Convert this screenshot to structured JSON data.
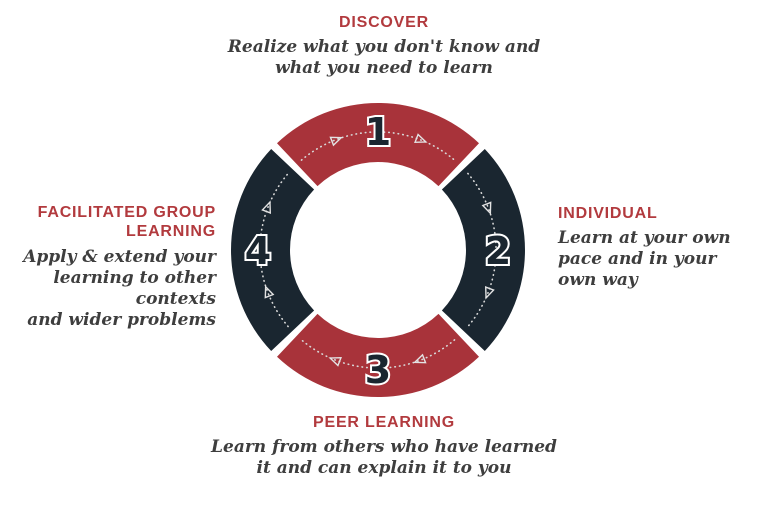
{
  "diagram": {
    "name": "four-stage learning cycle",
    "colors": {
      "red": "#a8333a",
      "navy": "#1a2630",
      "heading_red": "#b23a3e",
      "body_text": "#3e3e3e",
      "dotted_line": "#d8d8d8",
      "number_outline": "#ffffff"
    },
    "ring": {
      "direction": "clockwise",
      "segments": [
        {
          "number": "1",
          "stage": "discover"
        },
        {
          "number": "2",
          "stage": "individual"
        },
        {
          "number": "3",
          "stage": "peer-learning"
        },
        {
          "number": "4",
          "stage": "facilitated-group-learning"
        }
      ]
    },
    "labels": {
      "discover": {
        "title": "DISCOVER",
        "lines": [
          "Realize what you don't know and",
          "what you need to learn"
        ]
      },
      "individual": {
        "title": "INDIVIDUAL",
        "lines": [
          "Learn at your own",
          "pace and in your",
          "own way"
        ]
      },
      "peer": {
        "title": "PEER LEARNING",
        "lines": [
          "Learn from others who have learned",
          "it and can explain it to you"
        ]
      },
      "facilitated": {
        "title_lines": [
          "FACILITATED GROUP",
          "LEARNING"
        ],
        "lines": [
          "Apply & extend your",
          "learning to other contexts",
          "and wider problems"
        ]
      }
    }
  }
}
